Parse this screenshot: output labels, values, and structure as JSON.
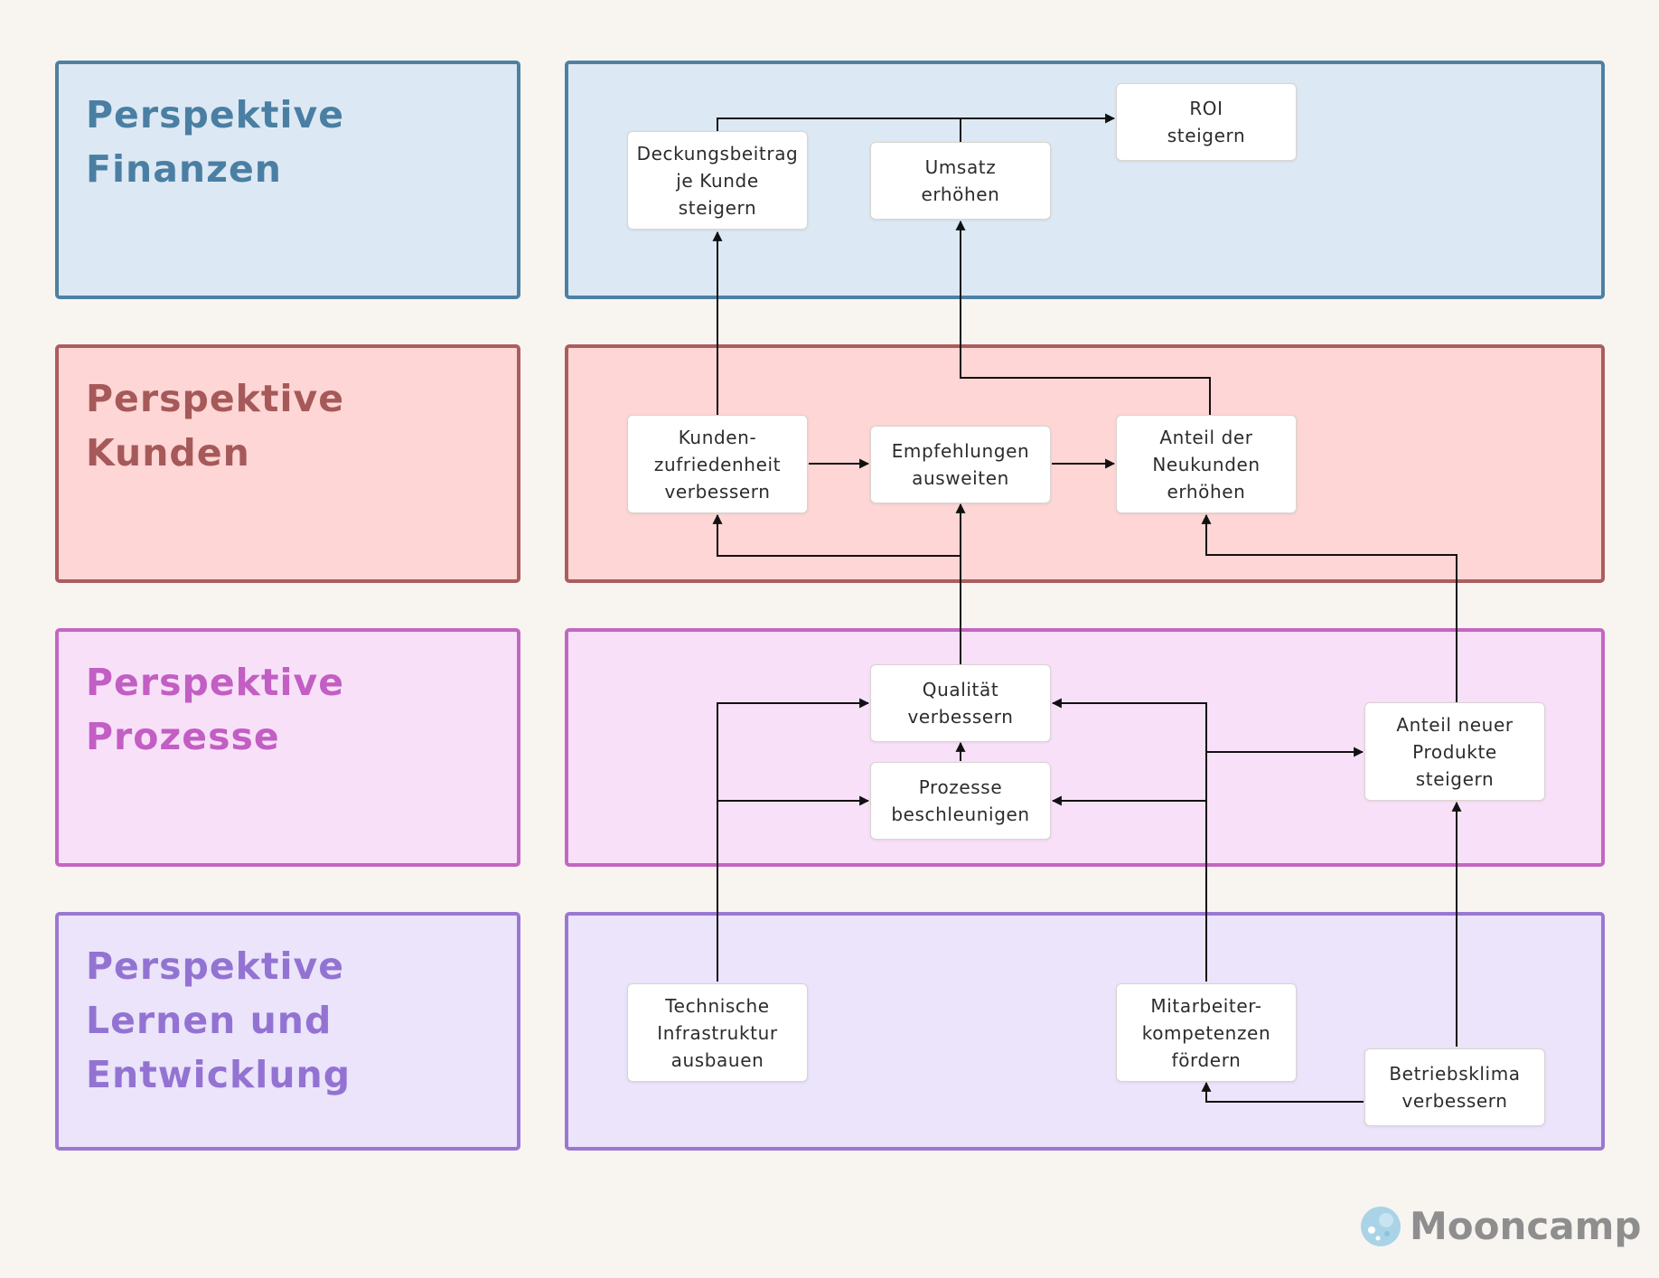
{
  "colors": {
    "background": "#f8f4f0",
    "finanzen": {
      "fill": "#dce9f4",
      "border": "#4d81a3",
      "title": "#4a7fa3"
    },
    "kunden": {
      "fill": "#fdd6d5",
      "border": "#ab5d5d",
      "title": "#a65959"
    },
    "prozesse": {
      "fill": "#f8e1f8",
      "border": "#c466c4",
      "title": "#c25ec4"
    },
    "lernen": {
      "fill": "#ebe4fb",
      "border": "#9a78d2",
      "title": "#9373d2"
    },
    "edge": "#111111"
  },
  "perspectives": [
    {
      "id": "finanzen",
      "title_lines": [
        "Perspektive",
        "Finanzen"
      ]
    },
    {
      "id": "kunden",
      "title_lines": [
        "Perspektive",
        "Kunden"
      ]
    },
    {
      "id": "prozesse",
      "title_lines": [
        "Perspektive",
        "Prozesse"
      ]
    },
    {
      "id": "lernen",
      "title_lines": [
        "Perspektive",
        "Lernen und",
        "Entwicklung"
      ]
    }
  ],
  "nodes": [
    {
      "id": "deckungsbeitrag",
      "lines": [
        "Deckungsbeitrag",
        "je Kunde",
        "steigern"
      ]
    },
    {
      "id": "umsatz",
      "lines": [
        "Umsatz",
        "erhöhen"
      ]
    },
    {
      "id": "roi",
      "lines": [
        "ROI",
        "steigern"
      ]
    },
    {
      "id": "kundenzufriedenheit",
      "lines": [
        "Kunden-",
        "zufriedenheit",
        "verbessern"
      ]
    },
    {
      "id": "empfehlungen",
      "lines": [
        "Empfehlungen",
        "ausweiten"
      ]
    },
    {
      "id": "neukunden",
      "lines": [
        "Anteil der",
        "Neukunden",
        "erhöhen"
      ]
    },
    {
      "id": "qualitaet",
      "lines": [
        "Qualität",
        "verbessern"
      ]
    },
    {
      "id": "prozesse-beschleunigen",
      "lines": [
        "Prozesse",
        "beschleunigen"
      ]
    },
    {
      "id": "neue-produkte",
      "lines": [
        "Anteil neuer",
        "Produkte",
        "steigern"
      ]
    },
    {
      "id": "infrastruktur",
      "lines": [
        "Technische",
        "Infrastruktur",
        "ausbauen"
      ]
    },
    {
      "id": "mitarbeiter",
      "lines": [
        "Mitarbeiter-",
        "kompetenzen",
        "fördern"
      ]
    },
    {
      "id": "betriebsklima",
      "lines": [
        "Betriebsklima",
        "verbessern"
      ]
    }
  ],
  "edges": [
    {
      "from": "deckungsbeitrag",
      "to": "roi"
    },
    {
      "from": "umsatz",
      "to": "roi"
    },
    {
      "from": "kundenzufriedenheit",
      "to": "deckungsbeitrag"
    },
    {
      "from": "neukunden",
      "to": "umsatz"
    },
    {
      "from": "kundenzufriedenheit",
      "to": "empfehlungen"
    },
    {
      "from": "empfehlungen",
      "to": "neukunden"
    },
    {
      "from": "qualitaet",
      "to": "empfehlungen"
    },
    {
      "from": "qualitaet",
      "to": "kundenzufriedenheit"
    },
    {
      "from": "neue-produkte",
      "to": "neukunden"
    },
    {
      "from": "prozesse-beschleunigen",
      "to": "qualitaet"
    },
    {
      "from": "infrastruktur",
      "to": "qualitaet"
    },
    {
      "from": "infrastruktur",
      "to": "prozesse-beschleunigen"
    },
    {
      "from": "mitarbeiter",
      "to": "qualitaet"
    },
    {
      "from": "mitarbeiter",
      "to": "prozesse-beschleunigen"
    },
    {
      "from": "mitarbeiter",
      "to": "neue-produkte"
    },
    {
      "from": "betriebsklima",
      "to": "neue-produkte"
    },
    {
      "from": "betriebsklima",
      "to": "mitarbeiter"
    }
  ],
  "brand": {
    "name": "Mooncamp",
    "icon": "moon-icon"
  }
}
